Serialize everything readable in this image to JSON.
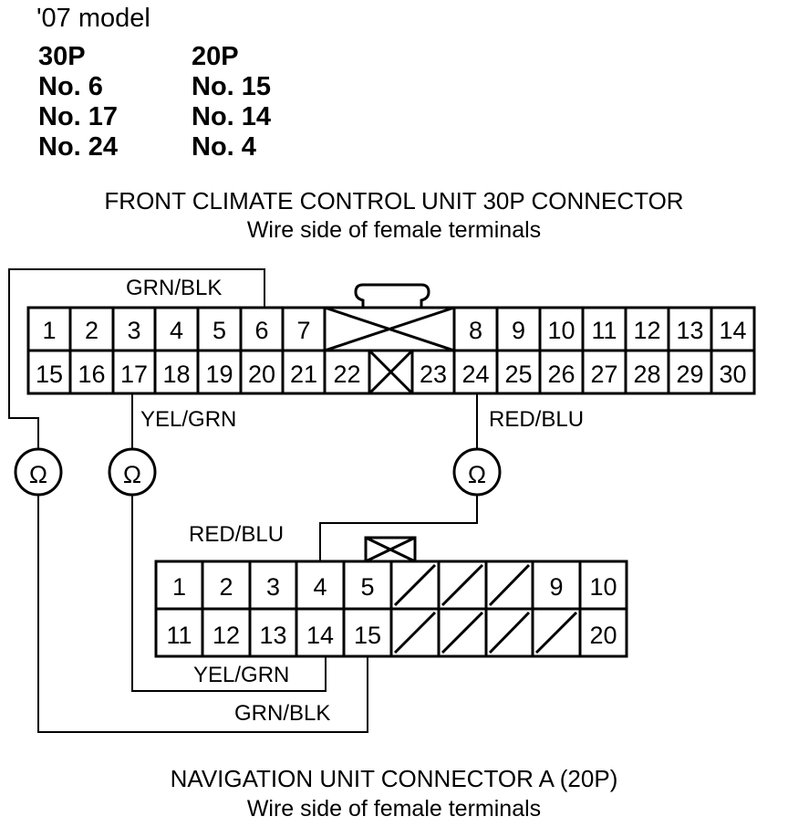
{
  "header": {
    "model": "'07 model",
    "col30_title": "30P",
    "col20_title": "20P",
    "pairs": [
      {
        "p30": "No. 6",
        "p20": "No. 15"
      },
      {
        "p30": "No. 17",
        "p20": "No. 14"
      },
      {
        "p30": "No. 24",
        "p20": "No. 4"
      }
    ]
  },
  "connector30": {
    "title": "FRONT CLIMATE CONTROL UNIT 30P CONNECTOR",
    "subtitle": "Wire side of female terminals",
    "top_row": [
      "1",
      "2",
      "3",
      "4",
      "5",
      "6",
      "7",
      "",
      "8",
      "9",
      "10",
      "11",
      "12",
      "13",
      "14"
    ],
    "bottom_row": [
      "15",
      "16",
      "17",
      "18",
      "19",
      "20",
      "21",
      "22",
      "",
      "23",
      "24",
      "25",
      "26",
      "27",
      "28",
      "29",
      "30"
    ]
  },
  "connector20": {
    "title": "NAVIGATION UNIT CONNECTOR A (20P)",
    "subtitle": "Wire side of female terminals",
    "top_row": [
      "1",
      "2",
      "3",
      "4",
      "5",
      "",
      "",
      "",
      "9",
      "10"
    ],
    "bottom_row": [
      "11",
      "12",
      "13",
      "14",
      "15",
      "",
      "",
      "",
      "",
      "20"
    ]
  },
  "wires": {
    "grn_blk_top": "GRN/BLK",
    "yel_grn_top": "YEL/GRN",
    "red_blu_top": "RED/BLU",
    "red_blu_bottom": "RED/BLU",
    "yel_grn_bottom": "YEL/GRN",
    "grn_blk_bottom": "GRN/BLK"
  },
  "meter_symbol": "Ω"
}
